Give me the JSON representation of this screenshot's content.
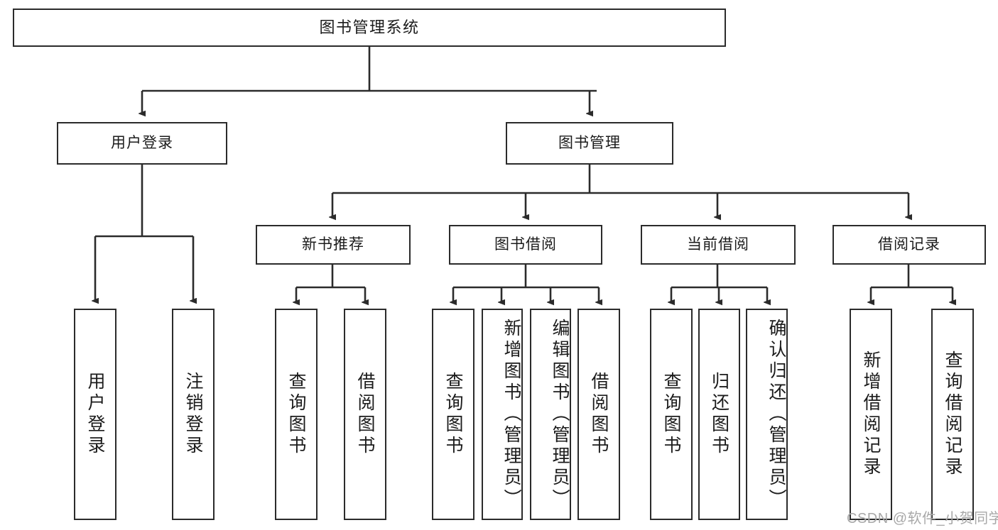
{
  "diagram": {
    "title": "图书管理系统",
    "type": "tree-hierarchy-chart",
    "root": {
      "label": "图书管理系统"
    },
    "level1": [
      {
        "label": "用户登录"
      },
      {
        "label": "图书管理"
      }
    ],
    "level2": [
      {
        "label": "新书推荐"
      },
      {
        "label": "图书借阅"
      },
      {
        "label": "当前借阅"
      },
      {
        "label": "借阅记录"
      }
    ],
    "leaves": {
      "user_login": [
        {
          "label": "用户登录"
        },
        {
          "label": "注销登录"
        }
      ],
      "new_book_recommend": [
        {
          "label": "查询图书"
        },
        {
          "label": "借阅图书"
        }
      ],
      "book_borrow": [
        {
          "label": "查询图书"
        },
        {
          "label": "新增图书（管理员）"
        },
        {
          "label": "编辑图书（管理员）"
        },
        {
          "label": "借阅图书"
        }
      ],
      "current_borrow": [
        {
          "label": "查询图书"
        },
        {
          "label": "归还图书"
        },
        {
          "label": "确认归还（管理员）"
        }
      ],
      "borrow_record": [
        {
          "label": "新增借阅记录"
        },
        {
          "label": "查询借阅记录"
        }
      ]
    },
    "watermark": "CSDN @软件_小贺同学",
    "colors": {
      "stroke": "#2b2b2b",
      "fill": "#ffffff",
      "text": "#1b1b1b",
      "watermark": "#a8a8a8"
    }
  }
}
